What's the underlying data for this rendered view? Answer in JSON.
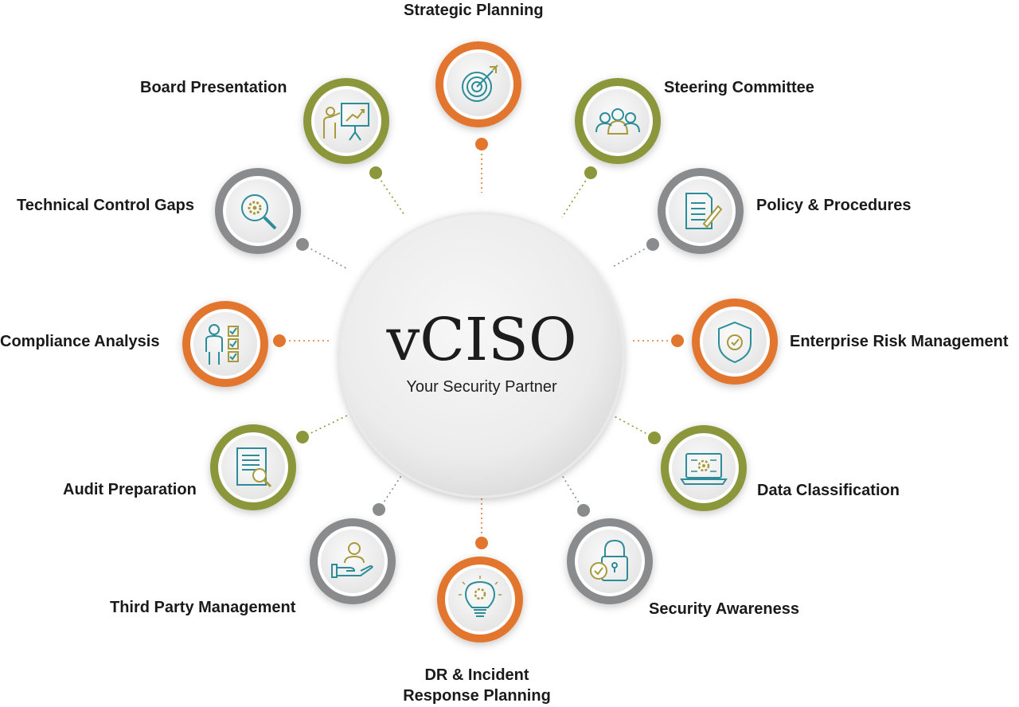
{
  "hub": {
    "title": "vCISO",
    "subtitle": "Your Security Partner"
  },
  "colors": {
    "orange": "#E2762F",
    "olive": "#8C963A",
    "gray": "#8A8B8D",
    "icon_teal": "#2C8D98",
    "icon_gold": "#A89A3C"
  },
  "nodes": [
    {
      "label": "Strategic Planning",
      "ring": "orange",
      "icon": "target-icon"
    },
    {
      "label": "Steering Committee",
      "ring": "olive",
      "icon": "team-icon"
    },
    {
      "label": "Policy & Procedures",
      "ring": "gray",
      "icon": "document-pen-icon"
    },
    {
      "label": "Enterprise Risk Management",
      "ring": "orange",
      "icon": "shield-check-icon"
    },
    {
      "label": "Data Classification",
      "ring": "olive",
      "icon": "laptop-gear-icon"
    },
    {
      "label": "Security Awareness",
      "ring": "gray",
      "icon": "padlock-icon"
    },
    {
      "label": "DR & Incident",
      "label2": "Response Planning",
      "ring": "orange",
      "icon": "lightbulb-gear-icon"
    },
    {
      "label": "Third Party Management",
      "ring": "gray",
      "icon": "hand-person-icon"
    },
    {
      "label": "Audit Preparation",
      "ring": "olive",
      "icon": "document-search-icon"
    },
    {
      "label": "Compliance Analysis",
      "ring": "orange",
      "icon": "person-checklist-icon"
    },
    {
      "label": "Technical Control Gaps",
      "ring": "gray",
      "icon": "magnifier-gear-icon"
    },
    {
      "label": "Board Presentation",
      "ring": "olive",
      "icon": "presentation-icon"
    }
  ]
}
